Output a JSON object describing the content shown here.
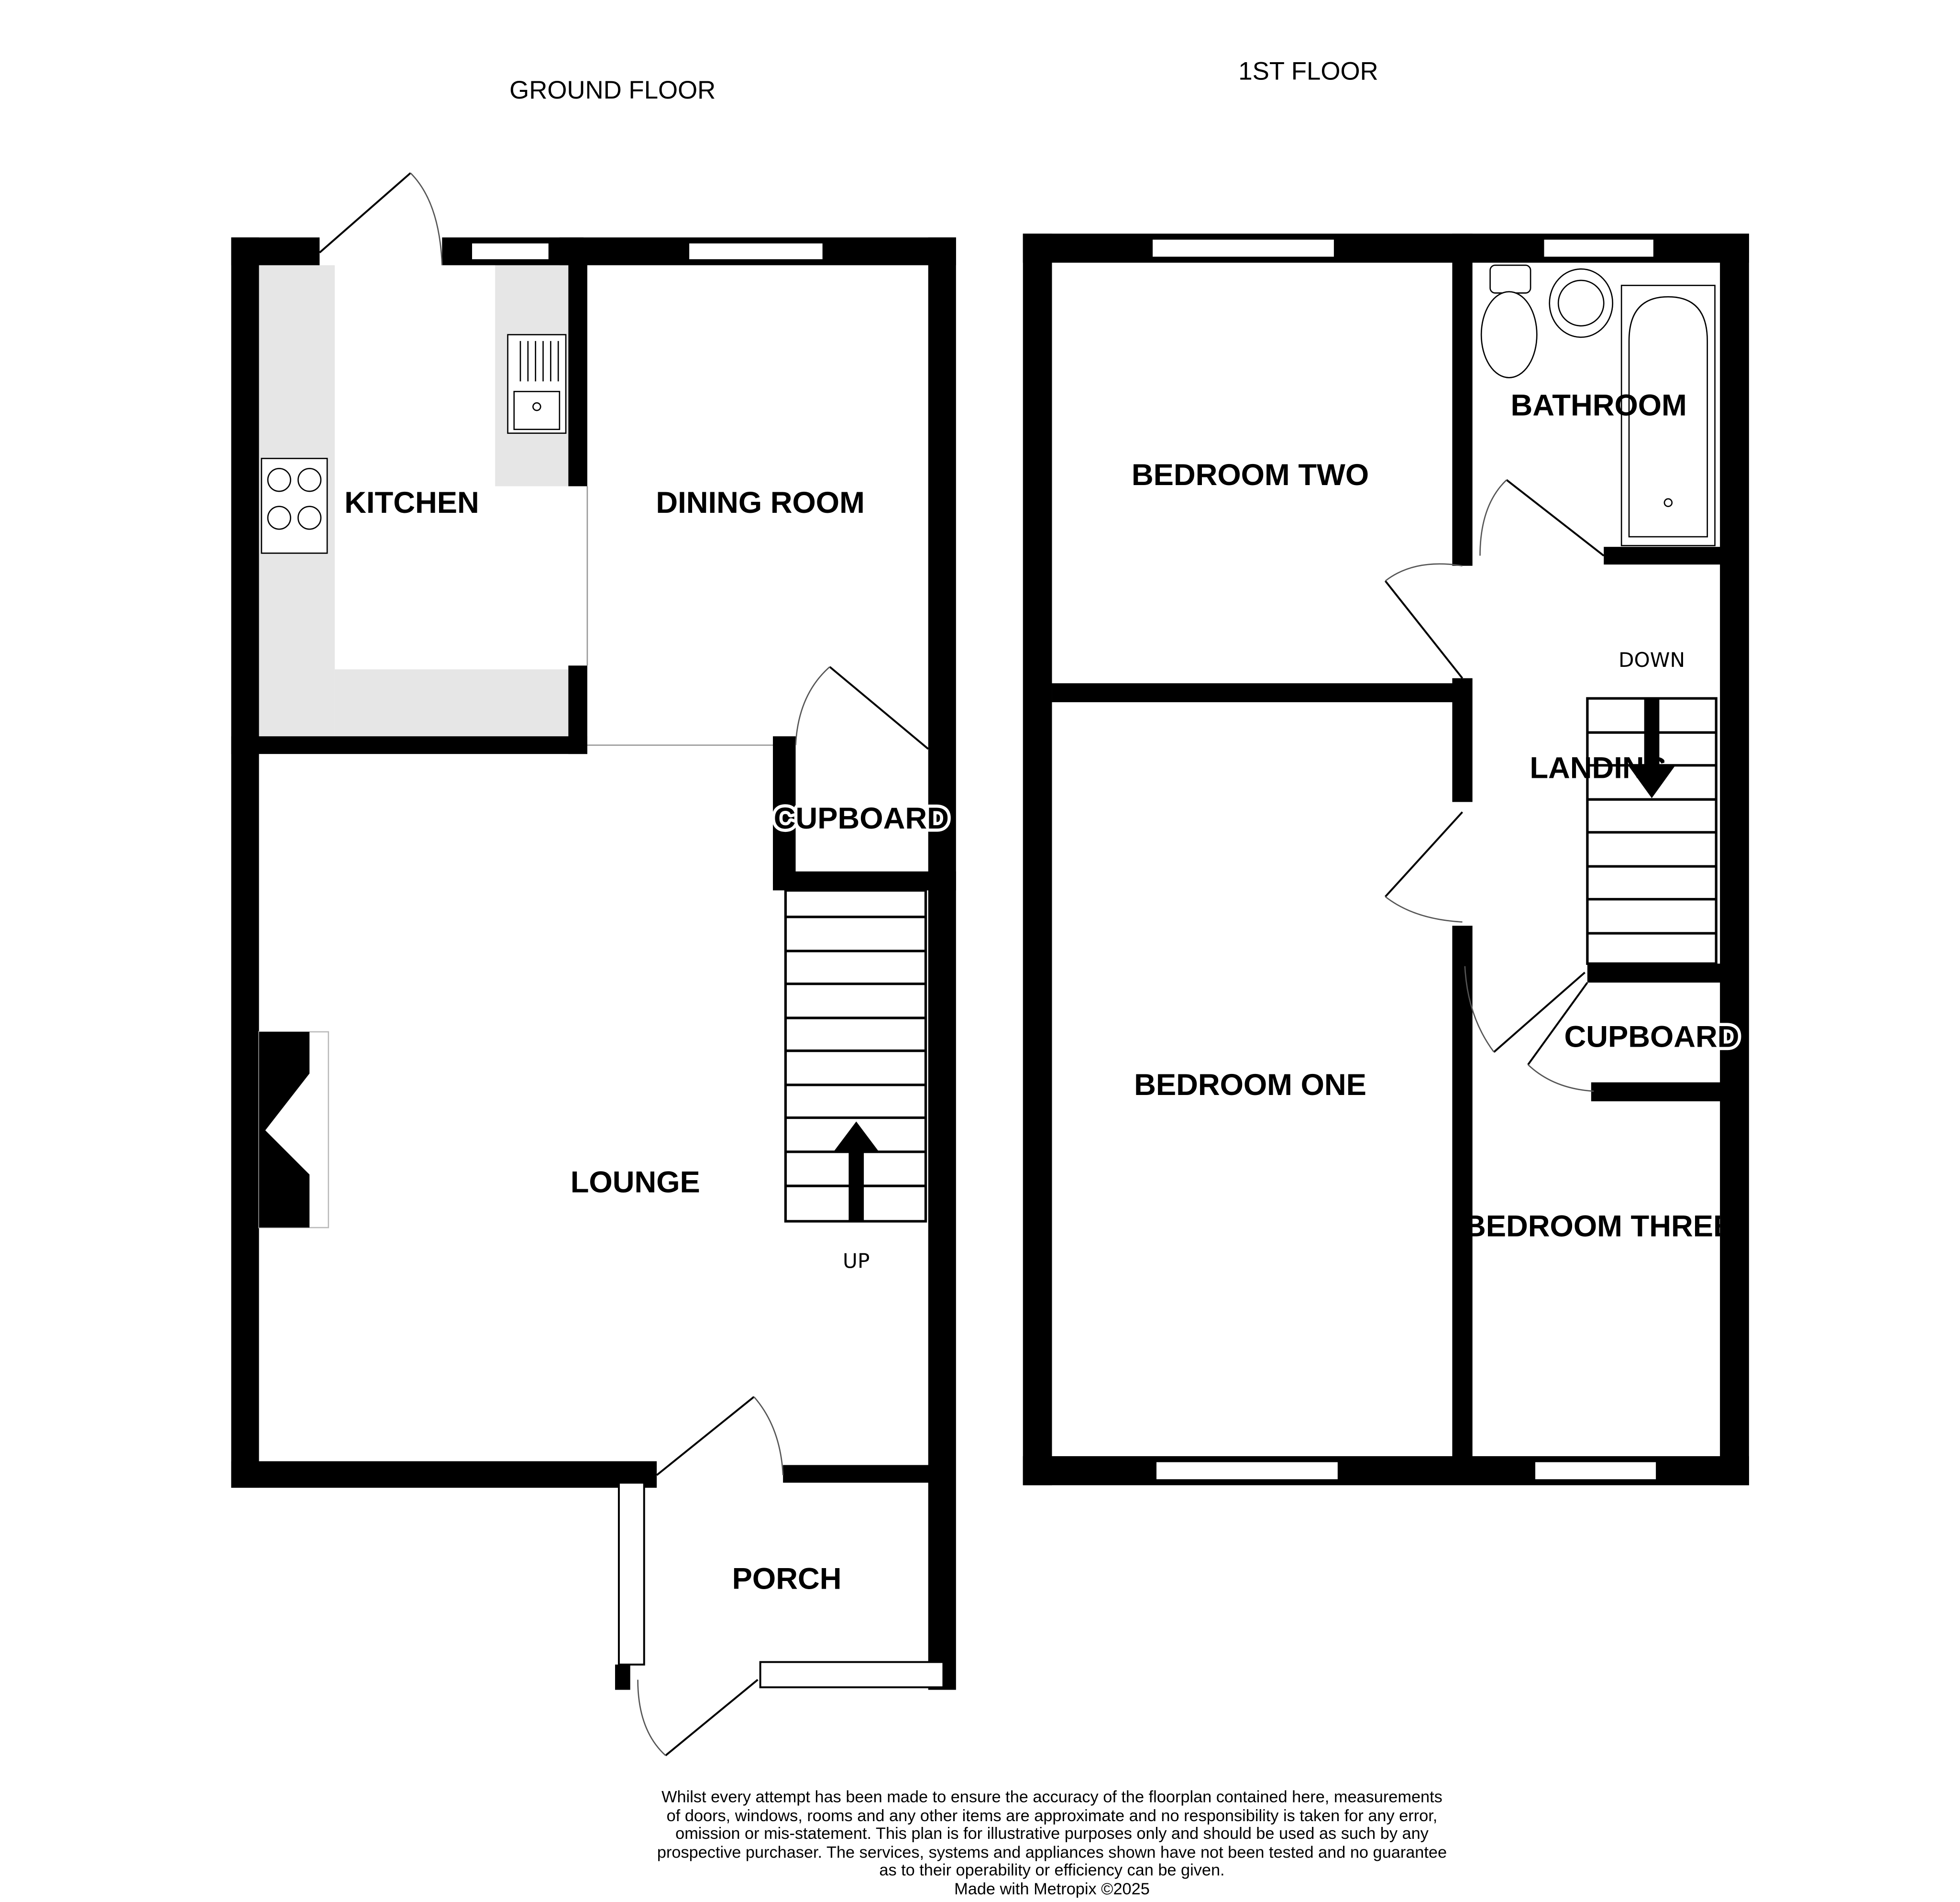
{
  "ground_floor": {
    "title": "GROUND FLOOR",
    "rooms": {
      "kitchen": "KITCHEN",
      "dining": "DINING ROOM",
      "cupboard": "CUPBOARD",
      "lounge": "LOUNGE",
      "porch": "PORCH"
    },
    "stairs_label": "UP"
  },
  "first_floor": {
    "title": "1ST FLOOR",
    "rooms": {
      "bedroom_two": "BEDROOM TWO",
      "bathroom": "BATHROOM",
      "landing": "LANDING",
      "bedroom_one": "BEDROOM ONE",
      "cupboard": "CUPBOARD",
      "bedroom_three": "BEDROOM THREE"
    },
    "stairs_label": "DOWN"
  },
  "disclaimer": [
    "Whilst every attempt has been made to ensure the accuracy of the floorplan contained here, measurements",
    "of doors, windows, rooms and any other items are approximate and no responsibility is taken for any error,",
    "omission or mis-statement. This plan is for illustrative purposes only and should be used as such by any",
    "prospective purchaser. The services, systems and appliances shown have not been tested and no guarantee",
    "as to their operability or efficiency can be given."
  ],
  "credit": "Made with Metropix ©2025"
}
